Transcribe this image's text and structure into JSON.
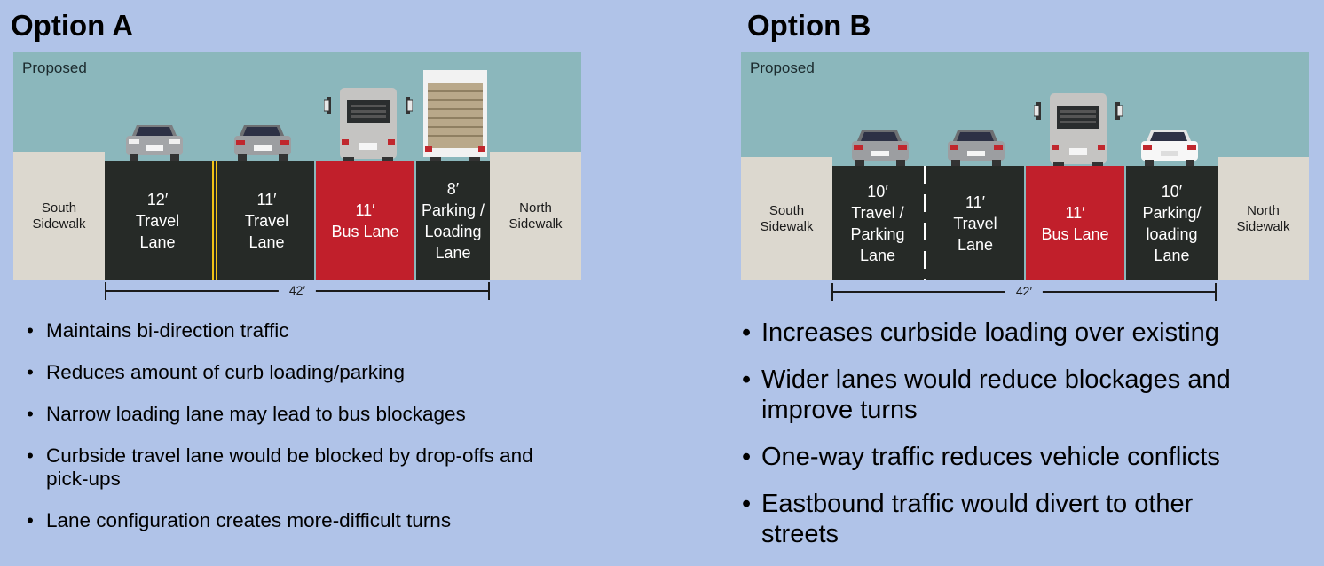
{
  "option_a": {
    "title": "Option A",
    "section_label": "Proposed",
    "south_sidewalk": "South\nSidewalk",
    "north_sidewalk": "North\nSidewalk",
    "lanes": [
      {
        "text": "12′\nTravel\nLane"
      },
      {
        "text": "11′\nTravel\nLane"
      },
      {
        "text": "11′\nBus Lane"
      },
      {
        "text": "8′\nParking /\nLoading\nLane"
      }
    ],
    "total_width": "42′",
    "bullets": [
      "Maintains bi-direction traffic",
      "Reduces amount of curb loading/parking",
      "Narrow loading lane may lead to bus blockages",
      "Curbside travel lane would be blocked by drop-offs and pick-ups",
      "Lane configuration creates more-difficult turns"
    ]
  },
  "option_b": {
    "title": "Option B",
    "section_label": "Proposed",
    "south_sidewalk": "South\nSidewalk",
    "north_sidewalk": "North\nSidewalk",
    "lanes": [
      {
        "text": "10′\nTravel /\nParking\nLane"
      },
      {
        "text": "11′\nTravel\nLane"
      },
      {
        "text": "11′\nBus Lane"
      },
      {
        "text": "10′\nParking/\nloading\nLane"
      }
    ],
    "total_width": "42′",
    "bullets": [
      "Increases curbside loading over existing",
      "Wider lanes would reduce blockages and improve turns",
      "One-way traffic reduces vehicle conflicts",
      "Eastbound traffic would divert to other streets"
    ]
  },
  "colors": {
    "background": "#b0c3e8",
    "sky": "#8bb7bc",
    "lane": "#262a27",
    "bus_lane": "#c11f2b",
    "sidewalk": "#dcd8cf",
    "center_line": "#f2c316"
  }
}
